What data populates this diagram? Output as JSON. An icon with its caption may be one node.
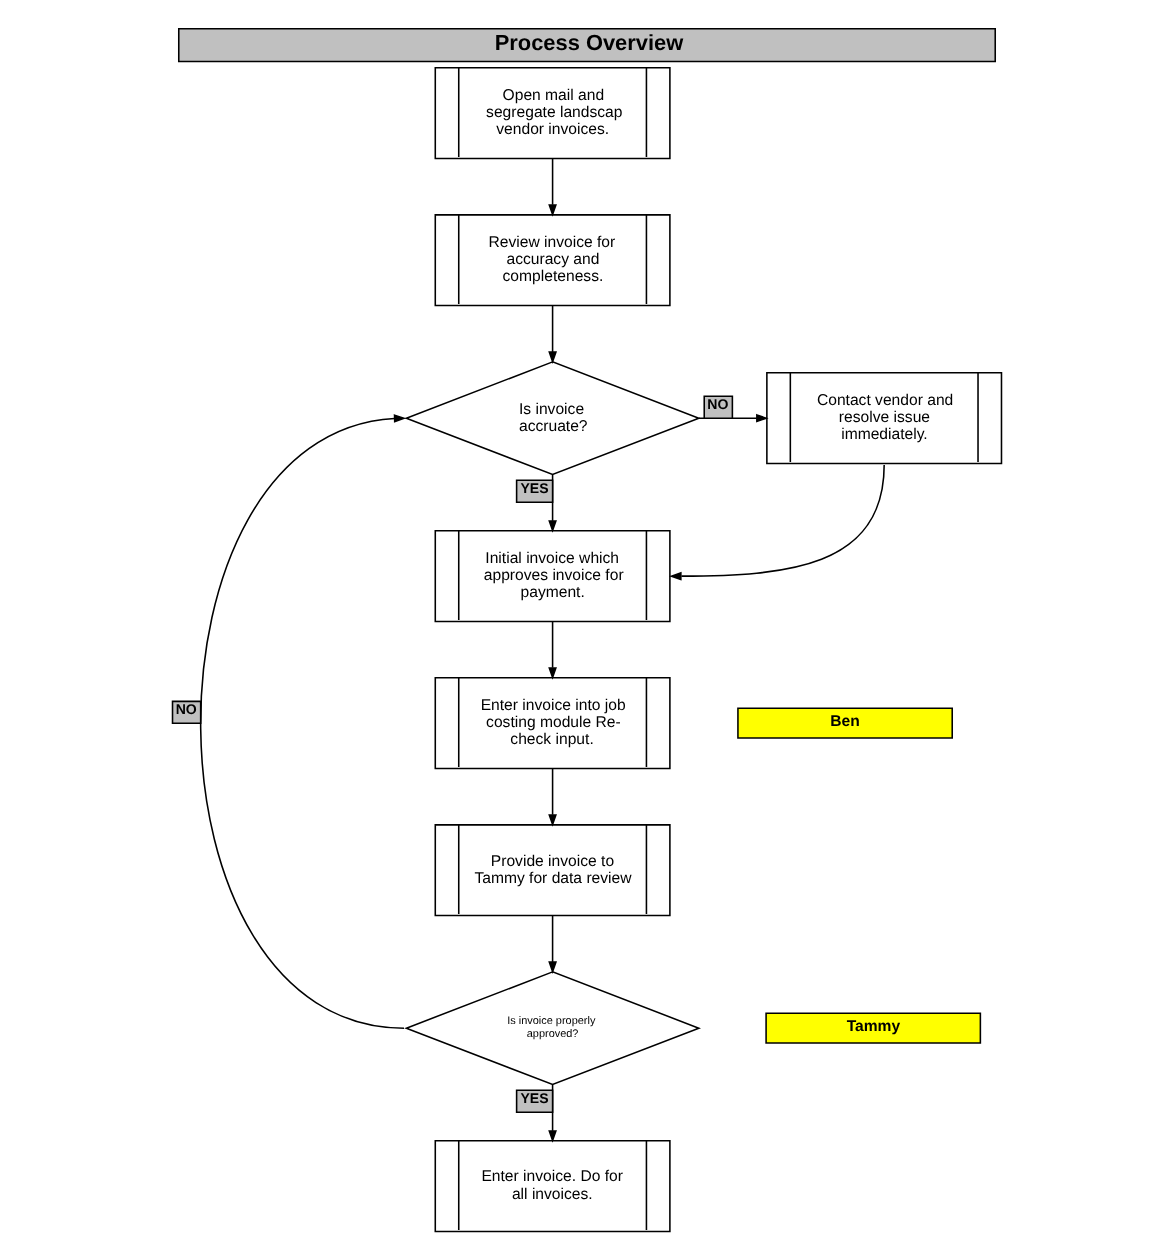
{
  "diagram": {
    "title": "Process Overview",
    "nodes": [
      {
        "text": [
          "Open mail and segregate landscap vendor invoices."
        ]
      },
      {
        "text": [
          "Review invoice for accuracy and completeness."
        ]
      },
      {
        "text": [
          "Is invoice accruate?"
        ]
      },
      {
        "text": [
          "Contact vendor and resolve issue immediately."
        ]
      },
      {
        "text": [
          "Initial invoice which approves invoice for payment."
        ]
      },
      {
        "text": [
          "Enter invoice into job costing module Re-check input."
        ]
      },
      {
        "text": [
          "Provide invoice to Tammy for data review"
        ]
      },
      {
        "text": [
          "Is invoice properly approved?"
        ]
      },
      {
        "text": [
          "Enter invoice. Do for all invoices."
        ]
      },
      {
        "text": [
          "Ben"
        ]
      },
      {
        "text": [
          "Tammy"
        ]
      }
    ],
    "edges": [
      {
        "from": 0,
        "to": 1,
        "arrow": "to"
      },
      {
        "from": 1,
        "to": 2,
        "arrow": "to"
      },
      {
        "from": 2,
        "to": 3,
        "arrow": "to",
        "label": "NO"
      },
      {
        "from": 2,
        "to": 4,
        "arrow": "to",
        "label": "YES"
      },
      {
        "from": 3,
        "to": 4,
        "arrow": "to"
      },
      {
        "from": 4,
        "to": 5,
        "arrow": "to"
      },
      {
        "from": 5,
        "to": 6,
        "arrow": "to"
      },
      {
        "from": 6,
        "to": 7,
        "arrow": "to"
      },
      {
        "from": 7,
        "to": 2,
        "arrow": "to",
        "label": "NO"
      },
      {
        "from": 7,
        "to": 8,
        "arrow": "to",
        "label": "YES"
      }
    ]
  }
}
